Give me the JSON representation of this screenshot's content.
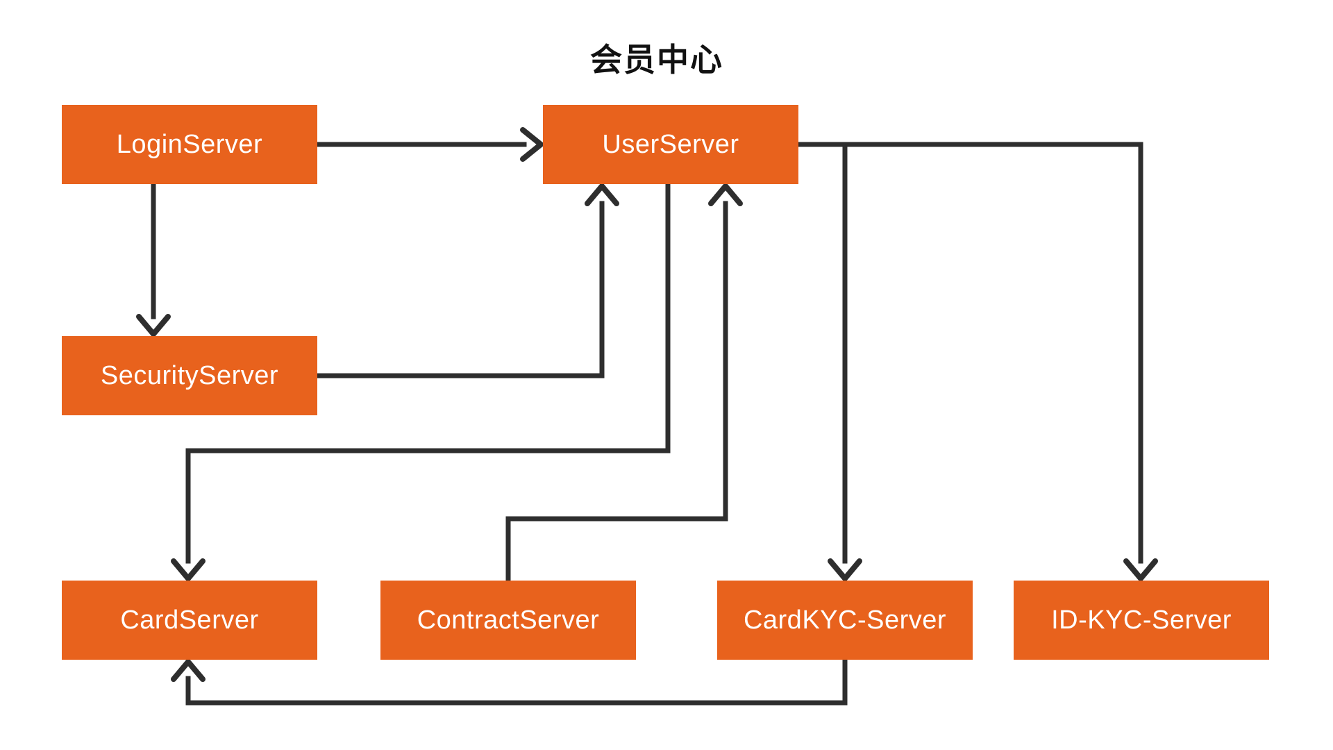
{
  "diagram": {
    "title": "会员中心",
    "type": "flowchart",
    "colors": {
      "node_fill": "#e8621d",
      "node_text": "#ffffff",
      "edge_line": "#2e2e2e",
      "title_text": "#111111",
      "background": "#ffffff"
    },
    "nodes": [
      {
        "id": "login",
        "label": "LoginServer"
      },
      {
        "id": "user",
        "label": "UserServer"
      },
      {
        "id": "security",
        "label": "SecurityServer"
      },
      {
        "id": "card",
        "label": "CardServer"
      },
      {
        "id": "contract",
        "label": "ContractServer"
      },
      {
        "id": "cardkyc",
        "label": "CardKYC-Server"
      },
      {
        "id": "idkyc",
        "label": "ID-KYC-Server"
      }
    ],
    "edges": [
      {
        "from": "LoginServer",
        "to": "UserServer"
      },
      {
        "from": "LoginServer",
        "to": "SecurityServer"
      },
      {
        "from": "SecurityServer",
        "to": "UserServer"
      },
      {
        "from": "ContractServer",
        "to": "UserServer"
      },
      {
        "from": "UserServer",
        "to": "CardServer"
      },
      {
        "from": "UserServer",
        "to": "CardKYC-Server"
      },
      {
        "from": "UserServer",
        "to": "ID-KYC-Server"
      },
      {
        "from": "CardKYC-Server",
        "to": "CardServer"
      }
    ]
  }
}
